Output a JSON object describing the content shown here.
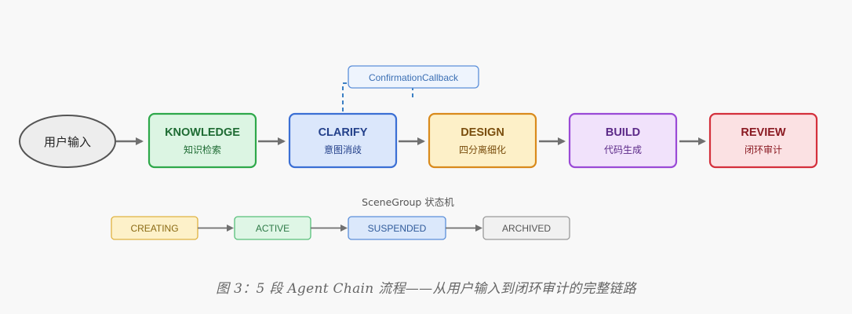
{
  "input_node": {
    "label": "用户输入"
  },
  "stages": [
    {
      "title": "KNOWLEDGE",
      "subtitle": "知识检索",
      "fill": "#dcf5e3",
      "stroke": "#2ea84a",
      "text": "#1e6b33"
    },
    {
      "title": "CLARIFY",
      "subtitle": "意图消歧",
      "fill": "#dbe7fb",
      "stroke": "#3b6fd4",
      "text": "#23408a"
    },
    {
      "title": "DESIGN",
      "subtitle": "四分离细化",
      "fill": "#fdf0c8",
      "stroke": "#d98a1c",
      "text": "#7a4e0e"
    },
    {
      "title": "BUILD",
      "subtitle": "代码生成",
      "fill": "#f1e2fb",
      "stroke": "#9a4ad6",
      "text": "#5c2a88"
    },
    {
      "title": "REVIEW",
      "subtitle": "闭环审计",
      "fill": "#fbe1e3",
      "stroke": "#d4303c",
      "text": "#8a1a22"
    }
  ],
  "callback": {
    "label": "ConfirmationCallback",
    "stroke": "#5b8fd9",
    "fill": "#eef4fd",
    "text": "#3b6fb4"
  },
  "state_machine": {
    "title": "SceneGroup 状态机",
    "states": [
      {
        "label": "CREATING",
        "fill": "#fdf1c9",
        "stroke": "#e0b341",
        "text": "#8a6a14"
      },
      {
        "label": "ACTIVE",
        "fill": "#dff6e6",
        "stroke": "#57c07a",
        "text": "#2e7a47"
      },
      {
        "label": "SUSPENDED",
        "fill": "#dbe8fb",
        "stroke": "#5b8fd9",
        "text": "#2f5a9a"
      },
      {
        "label": "ARCHIVED",
        "fill": "#f1f1f1",
        "stroke": "#9a9a9a",
        "text": "#555555"
      }
    ]
  },
  "caption": "图 3：5 段 Agent Chain 流程——从用户输入到闭环审计的完整链路",
  "colors": {
    "arrow": "#707070",
    "input_fill": "#ededed",
    "input_stroke": "#555555"
  }
}
